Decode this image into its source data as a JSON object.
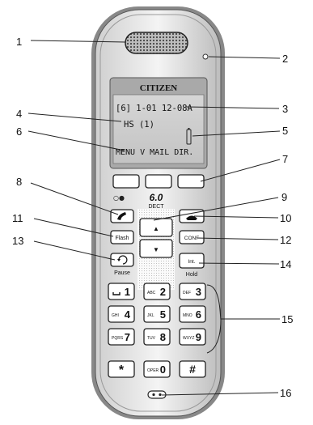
{
  "brand": "CITIZEN",
  "model": {
    "version": "6.0",
    "tech": "DECT"
  },
  "lcd": {
    "line1": "[6] 1-01 12-08A",
    "line2": "HS (1)",
    "line3": "MENU V MAIL DIR."
  },
  "keys": {
    "flash": "Flash",
    "conf": "CONF",
    "pause": "Pause",
    "int": "Int.",
    "hold": "Hold",
    "up": "▲",
    "down": "▼",
    "star": "*",
    "hash": "#",
    "digits": [
      {
        "sub": "",
        "num": "1"
      },
      {
        "sub": "ABC",
        "num": "2"
      },
      {
        "sub": "DEF",
        "num": "3"
      },
      {
        "sub": "GHI",
        "num": "4"
      },
      {
        "sub": "JKL",
        "num": "5"
      },
      {
        "sub": "MNO",
        "num": "6"
      },
      {
        "sub": "PQRS",
        "num": "7"
      },
      {
        "sub": "TUV",
        "num": "8"
      },
      {
        "sub": "WXYZ",
        "num": "9"
      },
      {
        "sub": "OPER",
        "num": "0"
      }
    ]
  },
  "callouts": [
    "1",
    "2",
    "3",
    "4",
    "5",
    "6",
    "7",
    "8",
    "9",
    "10",
    "11",
    "12",
    "13",
    "14",
    "15",
    "16"
  ]
}
